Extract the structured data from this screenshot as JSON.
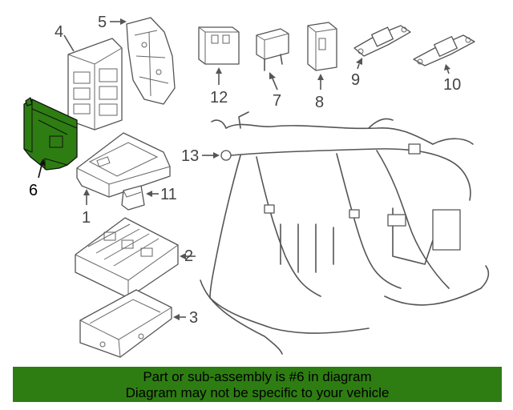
{
  "diagram": {
    "callouts": [
      {
        "id": "1",
        "label": "1"
      },
      {
        "id": "2",
        "label": "2"
      },
      {
        "id": "3",
        "label": "3"
      },
      {
        "id": "4",
        "label": "4"
      },
      {
        "id": "5",
        "label": "5"
      },
      {
        "id": "6",
        "label": "6"
      },
      {
        "id": "7",
        "label": "7"
      },
      {
        "id": "8",
        "label": "8"
      },
      {
        "id": "9",
        "label": "9"
      },
      {
        "id": "10",
        "label": "10"
      },
      {
        "id": "11",
        "label": "11"
      },
      {
        "id": "12",
        "label": "12"
      },
      {
        "id": "13",
        "label": "13"
      }
    ],
    "highlighted_part": "6",
    "colors": {
      "highlight": "#2e7d12",
      "line": "#555555",
      "banner": "#2e7d12"
    }
  },
  "footer": {
    "line1": "Part or sub-assembly is #6 in diagram",
    "line2": "Diagram may not be specific to your vehicle"
  }
}
